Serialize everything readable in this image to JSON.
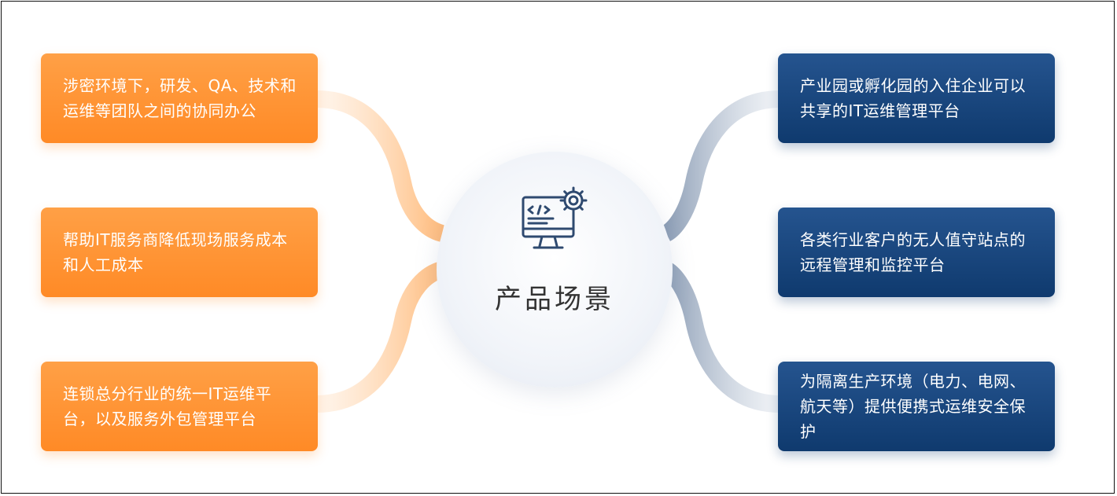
{
  "center": {
    "title": "产品场景",
    "icon": "code-monitor-gear-icon"
  },
  "left_cards": [
    {
      "text": "涉密环境下，研发、QA、技术和运维等团队之间的协同办公"
    },
    {
      "text": "帮助IT服务商降低现场服务成本和人工成本"
    },
    {
      "text": "连锁总分行业的统一IT运维平台，以及服务外包管理平台"
    }
  ],
  "right_cards": [
    {
      "text": "产业园或孵化园的入住企业可以共享的IT运维管理平台"
    },
    {
      "text": "各类行业客户的无人值守站点的远程管理和监控平台"
    },
    {
      "text": "为隔离生产环境（电力、电网、航天等）提供便携式运维安全保护"
    }
  ],
  "colors": {
    "left_accent": "#ff8a26",
    "right_accent": "#0f3a6e",
    "title_text": "#333333"
  }
}
